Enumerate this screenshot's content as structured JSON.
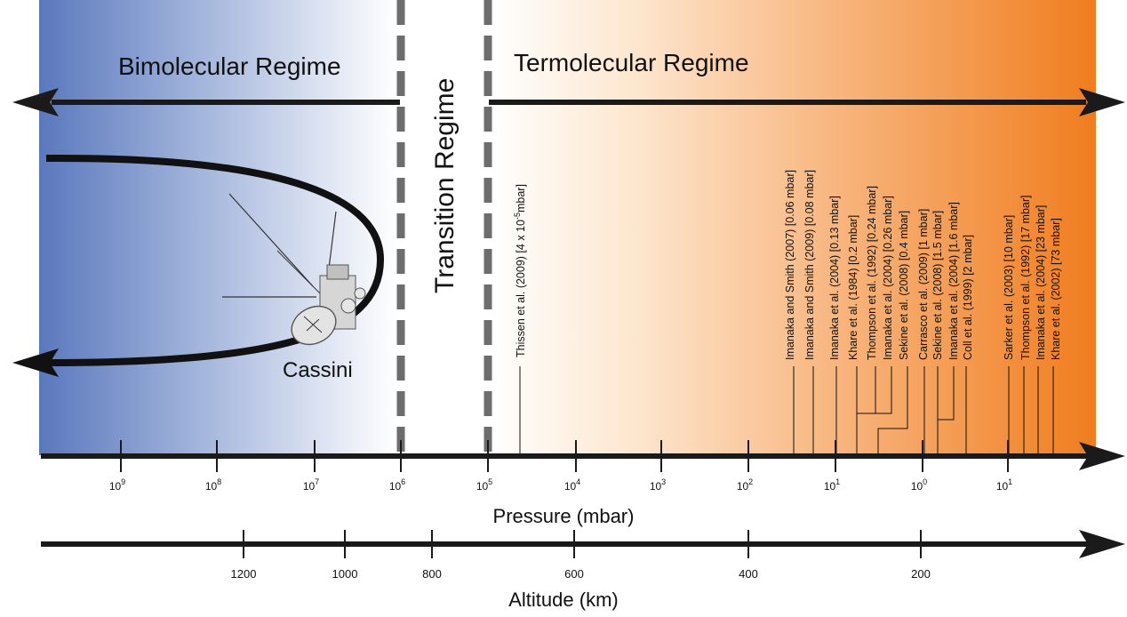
{
  "regimes": {
    "bimolecular": "Bimolecular Regime",
    "transition": "Transition Regime",
    "termolecular": "Termolecular Regime"
  },
  "spacecraft_label": "Cassini",
  "spacecraft_icon": "cassini-spacecraft-icon",
  "pressure_axis": {
    "label": "Pressure (mbar)",
    "ticks": [
      {
        "base": "10",
        "exp": "9"
      },
      {
        "base": "10",
        "exp": "8"
      },
      {
        "base": "10",
        "exp": "7"
      },
      {
        "base": "10",
        "exp": "6"
      },
      {
        "base": "10",
        "exp": "5"
      },
      {
        "base": "10",
        "exp": "4"
      },
      {
        "base": "10",
        "exp": "3"
      },
      {
        "base": "10",
        "exp": "2"
      },
      {
        "base": "10",
        "exp": "1"
      },
      {
        "base": "10",
        "exp": "0"
      },
      {
        "base": "10",
        "exp": "1"
      }
    ]
  },
  "altitude_axis": {
    "label": "Altitude (km)",
    "ticks": [
      "1200",
      "1000",
      "800",
      "600",
      "400",
      "200"
    ]
  },
  "references": {
    "thissen": {
      "text": "Thissen et al. (2009) [4 x 10",
      "exp": "-5",
      "tail": "mbar]"
    },
    "list": [
      "Imanaka and Smith (2007) [0.06 mbar]",
      "Imanaka and Smith (2009) [0.08 mbar]",
      "Imanaka et al. (2004) [0.13 mbar]",
      "Khare et al. (1984) [0.2 mbar]",
      "Thompson et al. (1992) [0.24 mbar]",
      "Imanaka et al. (2004) [0.26 mbar]",
      "Sekine et al. (2008) [0.4 mbar]",
      "Carrasco et al. (2009) [1 mbar]",
      "Sekine et al. (2008) [1.5 mbar]",
      "Imanaka et al. (2004) [1.6 mbar]",
      "Coll et al. (1999) [2 mbar]",
      "Sarker et al. (2003) [10 mbar]",
      "Thompson et al. (1992) [17 mbar]",
      "Imanaka et al. (2004) [23 mbar]",
      "Khare et al. (2002) [73 mbar]"
    ]
  },
  "colors": {
    "bimolecular": "#5a78bd",
    "termolecular": "#f07d1e",
    "arrow": "#1a1a1a",
    "divider": "#6d6d6d"
  }
}
